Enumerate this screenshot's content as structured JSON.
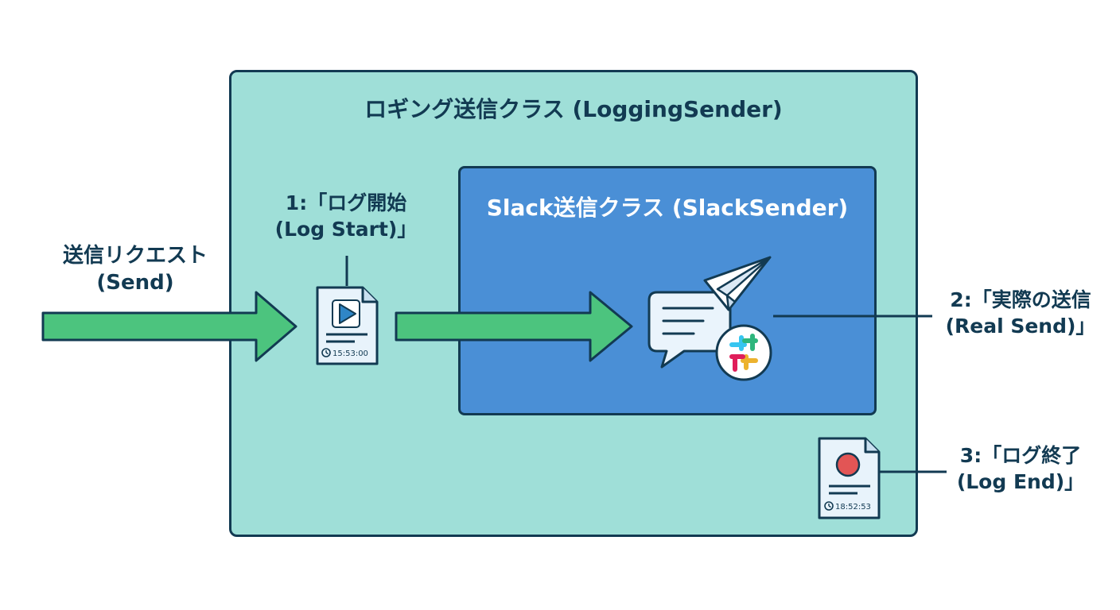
{
  "outer_class": {
    "title": "ロギング送信クラス (LoggingSender)",
    "fill": "#9fdfd8"
  },
  "inner_class": {
    "title": "Slack送信クラス (SlackSender)",
    "fill": "#4a8fd6"
  },
  "request": {
    "line1": "送信リクエスト",
    "line2": "(Send)"
  },
  "step1": {
    "line1": "1:「ログ開始",
    "line2": "(Log Start)」",
    "time": "15:53:00",
    "icon": "play-document-icon"
  },
  "step2": {
    "line1": "2:「実際の送信",
    "line2": "(Real Send)」",
    "icon": "chat-paper-plane-slack-icon"
  },
  "step3": {
    "line1": "3:「ログ終了",
    "line2": "(Log End)」",
    "time": "18:52:53",
    "icon": "record-document-icon"
  },
  "colors": {
    "arrow": "#4cc47e",
    "stroke": "#123a52",
    "record": "#e25555"
  }
}
